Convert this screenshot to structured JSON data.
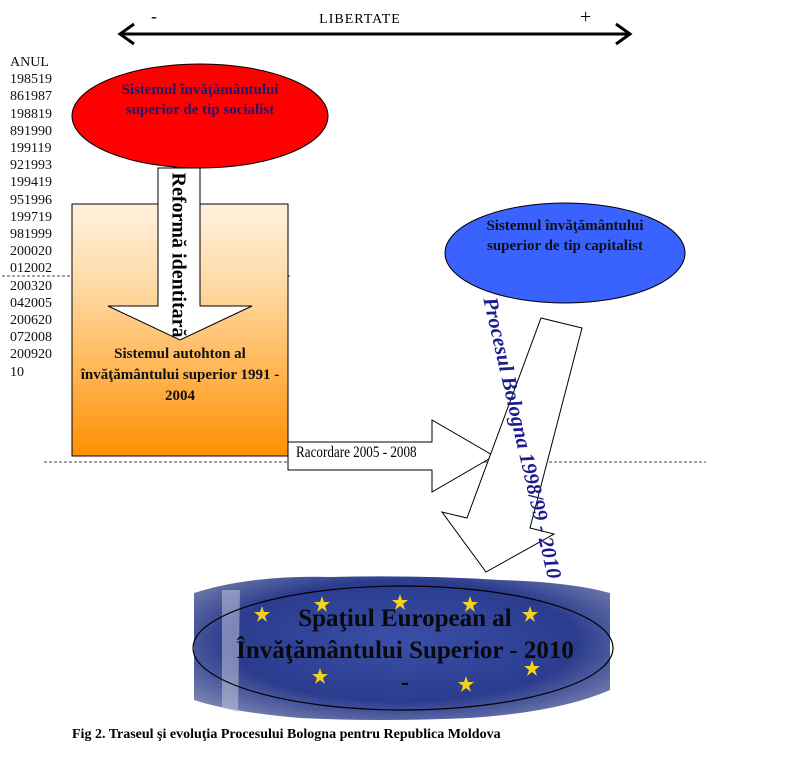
{
  "header": {
    "title": "LIBERTATE",
    "minus": "-",
    "plus": "+"
  },
  "years": [
    "ANUL",
    "198519",
    "861987",
    "198819",
    "891990",
    "199119",
    "921993",
    "199419",
    "951996",
    "199719",
    "981999",
    "200020",
    "012002",
    "200320",
    "042005",
    "200620",
    "072008",
    "200920",
    "10"
  ],
  "nodes": {
    "socialist": "Sistemul învăţământului superior de tip socialist",
    "capitalist": "Sistemul învăţământului superior de tip capitalist",
    "autohton": "Sistemul autohton al învăţământului superior 1991 - 2004",
    "european": "Spaţiul European al Învăţământului Superior - 2010 -"
  },
  "arrows": {
    "reforma": "Reformă identitară",
    "racordare": "Racordare 2005 - 2008",
    "bologna": "Procesul Bologna 1998/99 - 2010"
  },
  "caption": "Fig 2. Traseul şi evoluţia Procesului Bologna pentru Republica Moldova",
  "colors": {
    "red": "#ff0000",
    "blue": "#3a62ff",
    "orange_top": "#fff1de",
    "orange_bottom": "#ff9500"
  }
}
